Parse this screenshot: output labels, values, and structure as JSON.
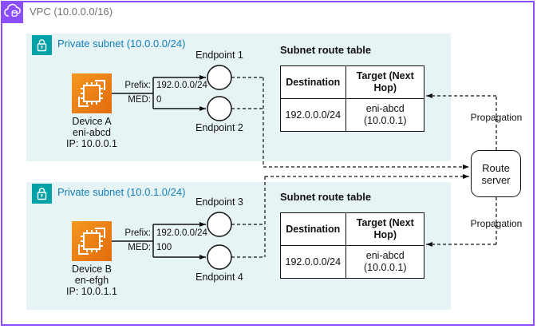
{
  "diagram": {
    "vpc_label": "VPC (10.0.0.0/16)",
    "route_server_label": "Route server",
    "propagation_labels": [
      "Propagation",
      "Propagation"
    ]
  },
  "subnets": [
    {
      "label": "Private subnet (10.0.0.0/24)",
      "device": {
        "name": "Device A",
        "interface": "eni-abcd",
        "ip": "IP: 10.0.0.1"
      },
      "advertisement": {
        "prefix_label": "Prefix:",
        "prefix": "192.0.0.0/24",
        "med_label": "MED:",
        "med": "0"
      },
      "endpoints": [
        "Endpoint 1",
        "Endpoint 2"
      ],
      "route_table": {
        "title": "Subnet route table",
        "headers": [
          "Destination",
          "Target (Next Hop)"
        ],
        "row": {
          "destination": "192.0.0.0/24",
          "target_line1": "eni-abcd",
          "target_line2": "(10.0.0.1)"
        }
      }
    },
    {
      "label": "Private subnet (10.0.1.0/24)",
      "device": {
        "name": "Device B",
        "interface": "en-efgh",
        "ip": "IP: 10.0.1.1"
      },
      "advertisement": {
        "prefix_label": "Prefix:",
        "prefix": "192.0.0.0/24",
        "med_label": "MED:",
        "med": "100"
      },
      "endpoints": [
        "Endpoint 3",
        "Endpoint 4"
      ],
      "route_table": {
        "title": "Subnet route table",
        "headers": [
          "Destination",
          "Target (Next Hop)"
        ],
        "row": {
          "destination": "192.0.0.0/24",
          "target_line1": "eni-abcd",
          "target_line2": "(10.0.0.1)"
        }
      }
    }
  ],
  "colors": {
    "vpc_border": "#8C4FFF",
    "vpc_label_text": "#6E7277",
    "subnet_fill": "#E7F4F6",
    "subnet_label_text": "#127EB8",
    "lock_icon_bg": "#00A1A7",
    "device_icon_gradient_start": "#F5981F",
    "device_icon_gradient_end": "#E26A0C",
    "line_color": "#111111"
  }
}
